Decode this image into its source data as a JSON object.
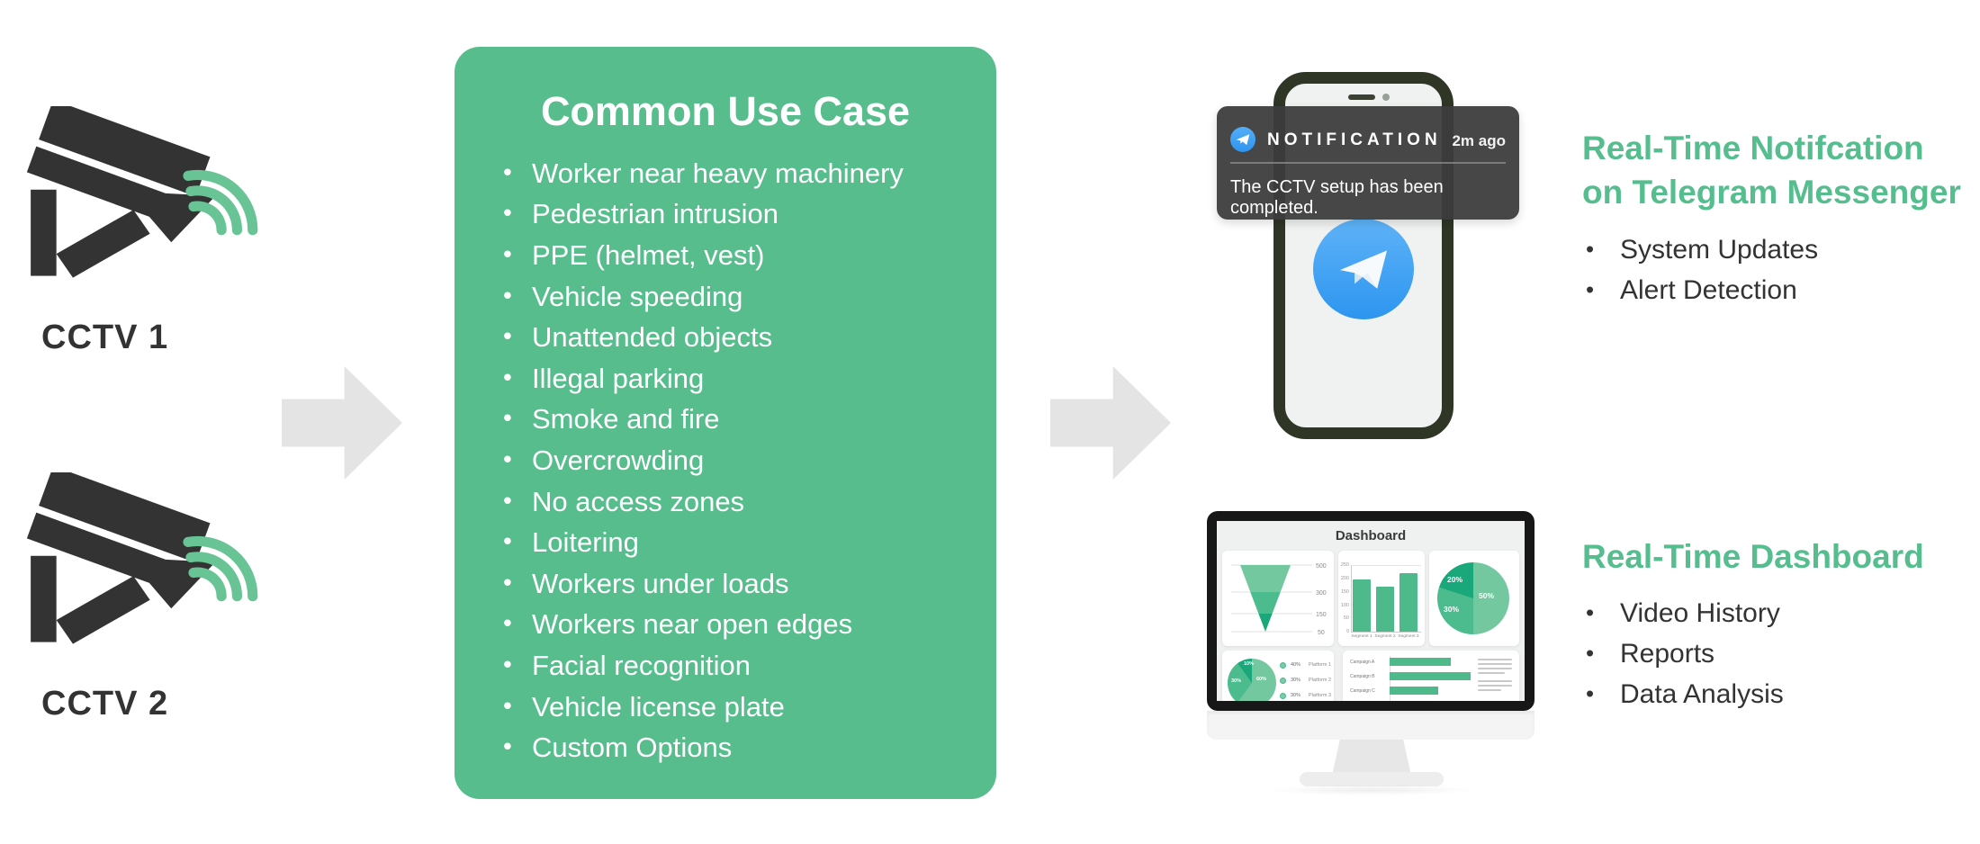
{
  "colors": {
    "primary_green": "#57bd8d",
    "light_green": "#6cc79b",
    "heading_green": "#55bd8e",
    "dark_text": "#333333",
    "arrow_gray": "#e4e4e4",
    "notification_bg": "#3c3c3c",
    "phone_frame": "#2f3626",
    "telegram_blue": "#2d95ef",
    "dashboard_bar_green": "#4eba8c"
  },
  "cctv": {
    "labels": [
      "CCTV 1",
      "CCTV 2"
    ]
  },
  "use_case": {
    "title": "Common Use Case",
    "items": [
      "Worker near heavy machinery",
      "Pedestrian intrusion",
      "PPE (helmet, vest)",
      "Vehicle speeding",
      "Unattended objects",
      "Illegal parking",
      "Smoke and fire",
      "Overcrowding",
      "No access zones",
      "Loitering",
      "Workers under loads",
      "Workers near open edges",
      "Facial recognition",
      "Vehicle license plate",
      "Custom Options"
    ]
  },
  "notification_card": {
    "title": "NOTIFICATION",
    "time": "2m ago",
    "message": "The CCTV setup has been completed."
  },
  "telegram_section": {
    "heading_line1": "Real-Time Notifcation",
    "heading_line2": "on Telegram Messenger",
    "bullets": [
      "System Updates",
      "Alert Detection"
    ]
  },
  "dashboard_section": {
    "heading": "Real-Time Dashboard",
    "bullets": [
      "Video History",
      "Reports",
      "Data Analysis"
    ]
  },
  "monitor": {
    "screen_title": "Dashboard"
  },
  "chart_data": [
    {
      "id": "funnel",
      "type": "area",
      "shape": "funnel",
      "axis_labels": [
        "500",
        "300",
        "150",
        "50"
      ],
      "colors": [
        "#74c8a0",
        "#4cbb8e",
        "#1aa87b"
      ]
    },
    {
      "id": "segment-bars",
      "type": "bar",
      "categories": [
        "Segment 1",
        "Segment 2",
        "Segment 3"
      ],
      "values": [
        200,
        175,
        225
      ],
      "ylim": [
        0,
        250
      ],
      "yticks": [
        0,
        50,
        100,
        150,
        200,
        250
      ],
      "color": "#4eba8c"
    },
    {
      "id": "share-pie",
      "type": "pie",
      "slices": [
        {
          "label": "50%",
          "value": 50
        },
        {
          "label": "30%",
          "value": 30
        },
        {
          "label": "20%",
          "value": 20
        }
      ],
      "colors": [
        "#74c8a0",
        "#4cbb8e",
        "#1aa87b"
      ]
    },
    {
      "id": "platform-pie",
      "type": "pie",
      "slices": [
        {
          "label": "60%",
          "value": 60
        },
        {
          "label": "30%",
          "value": 30
        },
        {
          "label": "10%",
          "value": 10
        }
      ],
      "colors": [
        "#74c8a0",
        "#4cbb8e",
        "#1aa87b"
      ],
      "legend": [
        {
          "value": "40%",
          "label": "Platform 1"
        },
        {
          "value": "30%",
          "label": "Platform 2"
        },
        {
          "value": "30%",
          "label": "Platform 3"
        }
      ]
    },
    {
      "id": "campaign-bars",
      "type": "bar",
      "orientation": "horizontal",
      "categories": [
        "Campaign A",
        "Campaign B",
        "Campaign C"
      ],
      "values": [
        75,
        100,
        60
      ],
      "xmax": 100,
      "color": "#4eba8c"
    }
  ]
}
